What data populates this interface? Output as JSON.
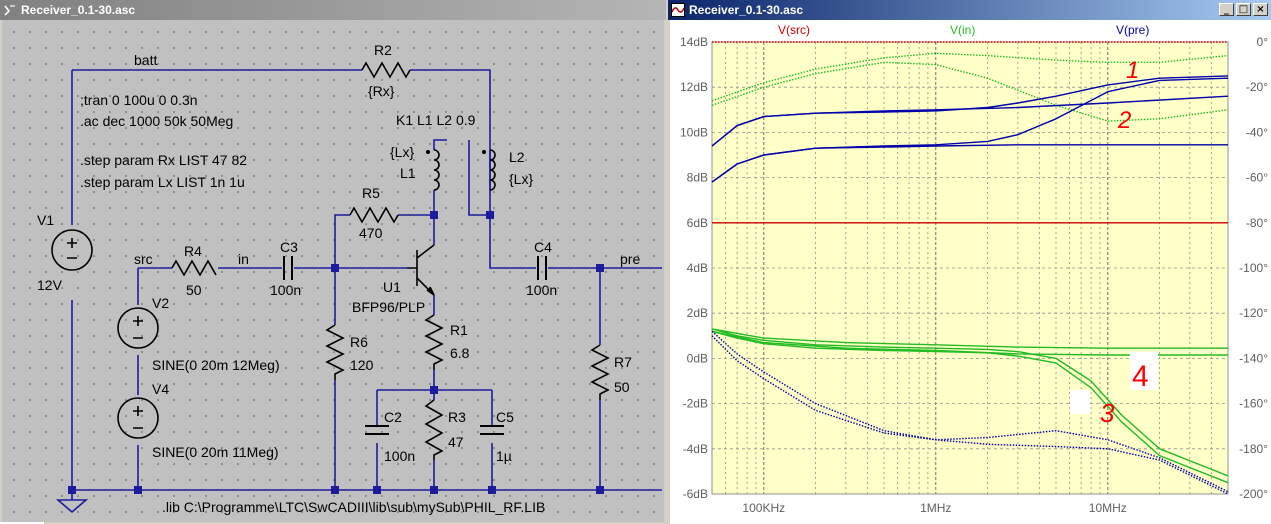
{
  "schematic_window": {
    "title": "Receiver_0.1-30.asc",
    "netlabels": {
      "batt": "batt",
      "src": "src",
      "in": "in",
      "pre": "pre"
    },
    "directives": {
      "tran": ";tran 0 100u 0 0.3n",
      "ac": ".ac dec 1000 50k 50Meg",
      "step_rx": ".step param Rx LIST 47 82",
      "step_lx": ".step param Lx LIST 1n 1u",
      "coupling": "K1 L1 L2 0.9",
      "lib": ".lib C:\\Programme\\LTC\\SwCADIII\\lib\\sub\\mySub\\PHIL_RF.LIB"
    },
    "components": {
      "r2": {
        "name": "R2",
        "value": "{Rx}"
      },
      "r5": {
        "name": "R5",
        "value": "470"
      },
      "r4": {
        "name": "R4",
        "value": "50"
      },
      "c3": {
        "name": "C3",
        "value": "100n"
      },
      "c4": {
        "name": "C4",
        "value": "100n"
      },
      "l1": {
        "name": "L1",
        "value": "{Lx}"
      },
      "l2": {
        "name": "L2",
        "value": "{Lx}"
      },
      "u1": {
        "name": "U1",
        "value": "BFP96/PLP"
      },
      "r1": {
        "name": "R1",
        "value": "6.8"
      },
      "r6": {
        "name": "R6",
        "value": "120"
      },
      "r3": {
        "name": "R3",
        "value": "47"
      },
      "c2": {
        "name": "C2",
        "value": "100n"
      },
      "c5": {
        "name": "C5",
        "value": "1µ"
      },
      "r7": {
        "name": "R7",
        "value": "50"
      },
      "v1": {
        "name": "V1",
        "value": "12V"
      },
      "v2": {
        "name": "V2",
        "value": "SINE(0 20m 12Meg)"
      },
      "v4": {
        "name": "V4",
        "value": "SINE(0 20m 11Meg)"
      }
    }
  },
  "plot_window": {
    "title": "Receiver_0.1-30.asc",
    "buttons": {
      "minimize": "_",
      "maximize": "□",
      "close": "×"
    },
    "trace_labels": {
      "src": "V(src)",
      "in": "V(in)",
      "pre": "V(pre)"
    },
    "annotations": [
      "1",
      "2",
      "3",
      "4"
    ]
  },
  "chart_data": {
    "type": "line",
    "title": "",
    "xlabel": "",
    "ylabel": "",
    "x_scale": "log",
    "xlim": [
      50000,
      50000000
    ],
    "ylim_left": [
      -6,
      14
    ],
    "ylim_right": [
      -200,
      0
    ],
    "x_tick_labels": [
      {
        "value": 100000,
        "label": "100KHz"
      },
      {
        "value": 1000000,
        "label": "1MHz"
      },
      {
        "value": 10000000,
        "label": "10MHz"
      }
    ],
    "y_left_tick_labels": [
      {
        "value": 14,
        "label": "14dB"
      },
      {
        "value": 12,
        "label": "12dB"
      },
      {
        "value": 10,
        "label": "10dB"
      },
      {
        "value": 8,
        "label": "8dB"
      },
      {
        "value": 6,
        "label": "6dB"
      },
      {
        "value": 4,
        "label": "4dB"
      },
      {
        "value": 2,
        "label": "2dB"
      },
      {
        "value": 0,
        "label": "0dB"
      },
      {
        "value": -2,
        "label": "-2dB"
      },
      {
        "value": -4,
        "label": "-4dB"
      },
      {
        "value": -6,
        "label": "-6dB"
      }
    ],
    "y_right_tick_labels": [
      {
        "value": 0,
        "label": "0°"
      },
      {
        "value": -20,
        "label": "-20°"
      },
      {
        "value": -40,
        "label": "-40°"
      },
      {
        "value": -60,
        "label": "-60°"
      },
      {
        "value": -80,
        "label": "-80°"
      },
      {
        "value": -100,
        "label": "-100°"
      },
      {
        "value": -120,
        "label": "-120°"
      },
      {
        "value": -140,
        "label": "-140°"
      },
      {
        "value": -160,
        "label": "-160°"
      },
      {
        "value": -180,
        "label": "-180°"
      },
      {
        "value": -200,
        "label": "-200°"
      }
    ],
    "grid": true,
    "series": [
      {
        "name": "V(src)",
        "color": "#cc0000",
        "style": "solid",
        "axis": "left",
        "x": [
          50000,
          50000000
        ],
        "y": [
          6.0,
          6.0
        ]
      },
      {
        "name": "V(src)",
        "color": "#cc0000",
        "style": "dotted",
        "axis": "right",
        "x": [
          50000,
          50000000
        ],
        "y": [
          0,
          0
        ]
      },
      {
        "name": "V(in)",
        "color": "#22bb22",
        "style": "solid",
        "axis": "left",
        "x": [
          50000,
          70000,
          100000,
          200000,
          500000,
          1000000,
          2000000,
          3000000,
          5000000,
          8000000,
          12000000,
          20000000,
          50000000
        ],
        "y": [
          1.3,
          1.0,
          0.8,
          0.6,
          0.5,
          0.45,
          0.4,
          0.3,
          0.0,
          -1.0,
          -2.5,
          -4.0,
          -5.2
        ]
      },
      {
        "name": "V(in)",
        "color": "#22bb22",
        "style": "solid",
        "axis": "left",
        "x": [
          50000,
          70000,
          100000,
          200000,
          500000,
          1000000,
          2000000,
          3000000,
          5000000,
          8000000,
          12000000,
          20000000,
          50000000
        ],
        "y": [
          1.2,
          0.9,
          0.65,
          0.45,
          0.35,
          0.3,
          0.25,
          0.1,
          -0.2,
          -1.3,
          -2.8,
          -4.3,
          -5.5
        ]
      },
      {
        "name": "V(in)",
        "color": "#22bb22",
        "style": "solid",
        "axis": "left",
        "x": [
          50000,
          100000,
          300000,
          1000000,
          3000000,
          10000000,
          50000000
        ],
        "y": [
          1.3,
          0.9,
          0.7,
          0.6,
          0.5,
          0.45,
          0.45
        ]
      },
      {
        "name": "V(in)",
        "color": "#22bb22",
        "style": "solid",
        "axis": "left",
        "x": [
          50000,
          100000,
          300000,
          1000000,
          3000000,
          10000000,
          50000000
        ],
        "y": [
          1.2,
          0.7,
          0.45,
          0.35,
          0.2,
          0.15,
          0.15
        ]
      },
      {
        "name": "V(in)",
        "color": "#22bb22",
        "style": "dotted",
        "axis": "right",
        "x": [
          50000,
          100000,
          200000,
          500000,
          1000000,
          2000000,
          5000000,
          10000000,
          20000000,
          50000000
        ],
        "y": [
          -28,
          -20,
          -14,
          -9,
          -10,
          -16,
          -28,
          -35,
          -34,
          -30
        ]
      },
      {
        "name": "V(in)",
        "color": "#22bb22",
        "style": "dotted",
        "axis": "right",
        "x": [
          50000,
          100000,
          200000,
          500000,
          1000000,
          2000000,
          5000000,
          10000000,
          20000000,
          50000000
        ],
        "y": [
          -26,
          -18,
          -12,
          -7,
          -5,
          -6,
          -8,
          -9,
          -9,
          -6
        ]
      },
      {
        "name": "V(pre)",
        "color": "#0000aa",
        "style": "solid",
        "axis": "left",
        "x": [
          50000,
          70000,
          100000,
          200000,
          500000,
          1000000,
          2000000,
          3000000,
          5000000,
          10000000,
          20000000,
          50000000
        ],
        "y": [
          7.8,
          8.6,
          9.0,
          9.3,
          9.4,
          9.45,
          9.6,
          9.9,
          10.6,
          11.8,
          12.3,
          12.4
        ]
      },
      {
        "name": "V(pre)",
        "color": "#0000aa",
        "style": "solid",
        "axis": "left",
        "x": [
          50000,
          70000,
          100000,
          200000,
          500000,
          1000000,
          2000000,
          3000000,
          5000000,
          10000000,
          20000000,
          50000000
        ],
        "y": [
          9.4,
          10.3,
          10.7,
          10.85,
          10.9,
          10.95,
          11.1,
          11.3,
          11.6,
          12.1,
          12.4,
          12.5
        ]
      },
      {
        "name": "V(pre)",
        "color": "#0000aa",
        "style": "solid",
        "axis": "left",
        "x": [
          50000,
          70000,
          100000,
          200000,
          500000,
          1000000,
          3000000,
          10000000,
          50000000
        ],
        "y": [
          9.4,
          10.3,
          10.7,
          10.85,
          10.95,
          11.0,
          11.1,
          11.3,
          11.6
        ]
      },
      {
        "name": "V(pre)",
        "color": "#0000aa",
        "style": "solid",
        "axis": "left",
        "x": [
          50000,
          70000,
          100000,
          200000,
          500000,
          1000000,
          3000000,
          10000000,
          50000000
        ],
        "y": [
          7.8,
          8.6,
          9.0,
          9.3,
          9.35,
          9.4,
          9.45,
          9.45,
          9.45
        ]
      },
      {
        "name": "V(pre)",
        "color": "#0000aa",
        "style": "dotted",
        "axis": "right",
        "x": [
          50000,
          70000,
          100000,
          200000,
          500000,
          1000000,
          2000000,
          5000000,
          10000000,
          20000000,
          50000000
        ],
        "y": [
          -128,
          -138,
          -146,
          -160,
          -172,
          -176,
          -178,
          -179,
          -180,
          -185,
          -200
        ]
      },
      {
        "name": "V(pre)",
        "color": "#0000aa",
        "style": "dotted",
        "axis": "right",
        "x": [
          50000,
          70000,
          100000,
          200000,
          500000,
          1000000,
          2000000,
          5000000,
          10000000,
          20000000,
          50000000
        ],
        "y": [
          -130,
          -141,
          -149,
          -163,
          -173,
          -176,
          -175,
          -172,
          -176,
          -184,
          -199
        ]
      }
    ]
  }
}
